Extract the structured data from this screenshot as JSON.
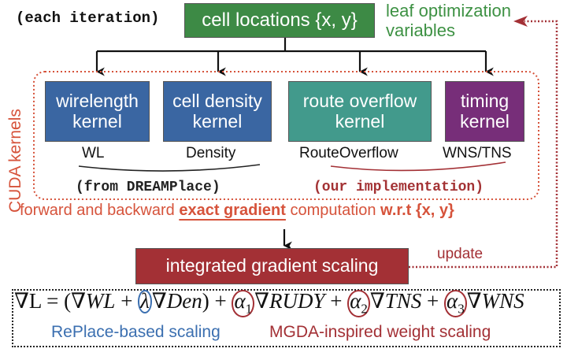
{
  "header": {
    "iteration_label": "(each iteration)",
    "cell_locations": "cell locations {x, y}",
    "leaf_label_line1": "leaf optimization",
    "leaf_label_line2": "variables"
  },
  "group": {
    "label": "CUDA kernels",
    "border_color": "#d6533b"
  },
  "kernels": [
    {
      "line1": "wirelength",
      "line2": "kernel",
      "metric": "WL",
      "color": "#3a66a2"
    },
    {
      "line1": "cell density",
      "line2": "kernel",
      "metric": "Density",
      "color": "#3a66a2"
    },
    {
      "line1": "route overflow",
      "line2": "kernel",
      "metric": "RouteOverflow",
      "color": "#429a8c"
    },
    {
      "line1": "timing",
      "line2": "kernel",
      "metric": "WNS/TNS",
      "color": "#772e79"
    }
  ],
  "sources": {
    "dreamplace": "(from DREAMPlace)",
    "ours": "(our implementation)"
  },
  "gradient_line": {
    "prefix": "forward and backward ",
    "emph": "exact gradient",
    "middle": " computation ",
    "wrt": "w.r.t {x, y}"
  },
  "scaling_box": {
    "label": "integrated gradient scaling",
    "color": "#a33035"
  },
  "update_label": "update",
  "equation": {
    "lhs": "∇L",
    "eq": " = (",
    "t1": "∇WL",
    "plus1": " + ",
    "lambda": "λ",
    "t2": "∇Den",
    "close": ") + ",
    "a1": "α",
    "a1_sub": "1",
    "t3": "∇RUDY",
    "plus2": " + ",
    "a2": "α",
    "a2_sub": "2",
    "t4": "∇TNS",
    "plus3": " + ",
    "a3": "α",
    "a3_sub": "3",
    "t5": "∇WNS"
  },
  "annotations": {
    "replace": "RePlace-based scaling",
    "mgda": "MGDA-inspired weight scaling"
  }
}
